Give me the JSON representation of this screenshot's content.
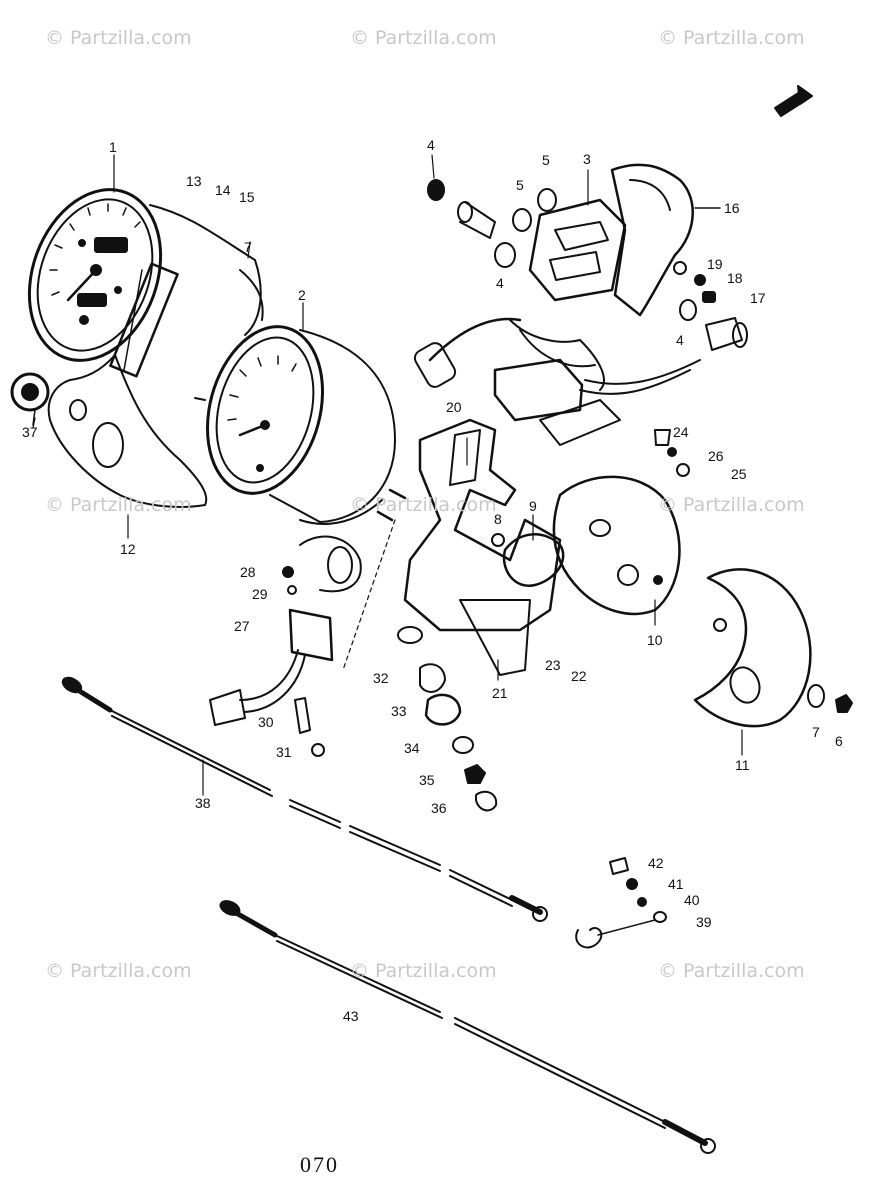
{
  "watermarks": [
    "© Partzilla.com",
    "© Partzilla.com",
    "© Partzilla.com",
    "© Partzilla.com",
    "© Partzilla.com",
    "© Partzilla.com",
    "© Partzilla.com",
    "© Partzilla.com",
    "© Partzilla.com"
  ],
  "callouts": {
    "c1": "1",
    "c2": "2",
    "c3": "3",
    "c4a": "4",
    "c4b": "4",
    "c4c": "4",
    "c5a": "5",
    "c5b": "5",
    "c6": "6",
    "c7a": "7",
    "c7b": "7",
    "c8": "8",
    "c9": "9",
    "c10": "10",
    "c11": "11",
    "c12": "12",
    "c13": "13",
    "c14": "14",
    "c15": "15",
    "c16": "16",
    "c17": "17",
    "c18": "18",
    "c19": "19",
    "c20": "20",
    "c21": "21",
    "c22": "22",
    "c23": "23",
    "c24": "24",
    "c25": "25",
    "c26": "26",
    "c27": "27",
    "c28": "28",
    "c29": "29",
    "c30": "30",
    "c31": "31",
    "c32": "32",
    "c33": "33",
    "c34": "34",
    "c35": "35",
    "c36": "36",
    "c37": "37",
    "c38": "38",
    "c39": "39",
    "c40": "40",
    "c41": "41",
    "c42": "42",
    "c43": "43"
  },
  "page_number": "070"
}
